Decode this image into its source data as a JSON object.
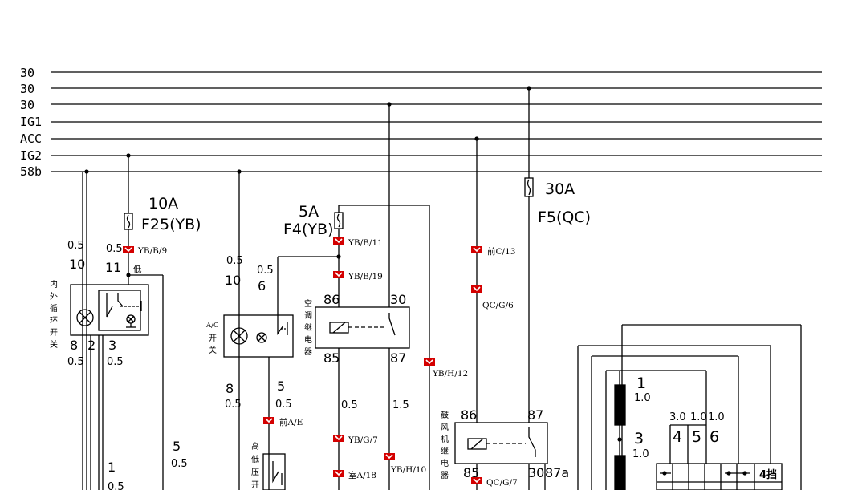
{
  "bus_lines": [
    "30",
    "30",
    "30",
    "IG1",
    "ACC",
    "IG2",
    "58b"
  ],
  "fuses": {
    "f25": {
      "rating": "10A",
      "name": "F25(YB)"
    },
    "f4": {
      "rating": "5A",
      "name": "F4(YB)"
    },
    "f5": {
      "rating": "30A",
      "name": "F5(QC)"
    }
  },
  "connectors": {
    "yb_b_9": "YB/B/9",
    "yb_b_11": "YB/B/11",
    "yb_b_19": "YB/B/19",
    "front_c_13": "前C/13",
    "qc_g_6": "QC/G/6",
    "yb_h_12": "YB/H/12",
    "front_a_e": "前A/E",
    "yb_g_7": "YB/G/7",
    "yb_h_10": "YB/H/10",
    "room_a_18": "室A/18",
    "qc_g_7": "QC/G/7"
  },
  "recirc_switch": {
    "label_chars": [
      "内",
      "外",
      "循",
      "环",
      "开",
      "关"
    ],
    "low": "低",
    "pin10": "10",
    "pin10_size": "0.5",
    "pin11": "11",
    "pin11_size": "0.5",
    "pin8": "8",
    "pin8_size": "0.5",
    "pin2": "2",
    "pin3": "3",
    "pin3_size": "0.5",
    "pin1": "1",
    "pin1_size": "0.5",
    "pin5": "5",
    "pin5_size": "0.5"
  },
  "ac_switch": {
    "label_top": "A/C",
    "label_chars": [
      "开",
      "关"
    ],
    "pin10": "10",
    "pin10_size": "0.5",
    "pin6": "6",
    "pin6_size": "0.5",
    "pin8": "8",
    "pin8_size": "0.5",
    "pin5": "5",
    "pin5_size": "0.5"
  },
  "pressure_switch": {
    "label_chars": [
      "高",
      "低",
      "压",
      "开"
    ]
  },
  "ac_relay": {
    "label_chars": [
      "空",
      "调",
      "继",
      "电",
      "器"
    ],
    "pin86": "86",
    "pin30": "30",
    "pin85": "85",
    "pin87": "87",
    "wire_left": "0.5",
    "wire_right": "1.5"
  },
  "blower_relay": {
    "label_chars": [
      "鼓",
      "风",
      "机",
      "继",
      "电",
      "器"
    ],
    "pin86": "86",
    "pin87": "87",
    "pin85": "85",
    "pin30": "30",
    "pin87a": "87a"
  },
  "right_block": {
    "pin1": "1",
    "pin1_size": "1.0",
    "pin3": "3",
    "pin3_size": "1.0",
    "pin4": "4",
    "pin4_size": "3.0",
    "pin5": "5",
    "pin5_size": "1.0",
    "pin6": "6",
    "pin6_size": "1.0",
    "gear_label": "4挡"
  }
}
